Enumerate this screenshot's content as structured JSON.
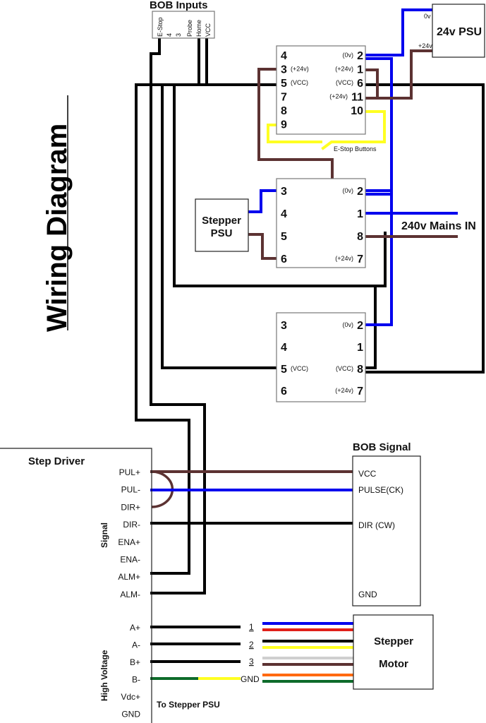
{
  "title": "Wiring Diagram",
  "bob_inputs": {
    "title": "BOB Inputs",
    "pins": [
      "E-Stop",
      "4",
      "3",
      "Probe",
      "Home",
      "VCC"
    ]
  },
  "psu_24v": {
    "title": "24v PSU",
    "terminals": [
      "0v",
      "+24v"
    ]
  },
  "relay_1": {
    "left_pins": [
      {
        "num": "4",
        "note": ""
      },
      {
        "num": "3",
        "note": "(+24v)"
      },
      {
        "num": "5",
        "note": "(VCC)"
      },
      {
        "num": "7",
        "note": ""
      },
      {
        "num": "8",
        "note": ""
      },
      {
        "num": "9",
        "note": ""
      }
    ],
    "right_pins": [
      {
        "num": "2",
        "note": "(0v)"
      },
      {
        "num": "1",
        "note": "(+24v)"
      },
      {
        "num": "6",
        "note": "(VCC)"
      },
      {
        "num": "11",
        "note": "(+24v)"
      },
      {
        "num": "10",
        "note": ""
      }
    ]
  },
  "estop_label": "E-Stop Buttons",
  "stepper_psu": {
    "line1": "Stepper",
    "line2": "PSU"
  },
  "relay_2": {
    "left_pins": [
      {
        "num": "3",
        "note": ""
      },
      {
        "num": "4",
        "note": ""
      },
      {
        "num": "5",
        "note": ""
      },
      {
        "num": "6",
        "note": ""
      }
    ],
    "right_pins": [
      {
        "num": "2",
        "note": "(0v)"
      },
      {
        "num": "1",
        "note": ""
      },
      {
        "num": "8",
        "note": ""
      },
      {
        "num": "7",
        "note": "(+24v)"
      }
    ]
  },
  "mains_label": "240v Mains IN",
  "relay_3": {
    "left_pins": [
      {
        "num": "3",
        "note": ""
      },
      {
        "num": "4",
        "note": ""
      },
      {
        "num": "5",
        "note": "(VCC)"
      },
      {
        "num": "6",
        "note": ""
      }
    ],
    "right_pins": [
      {
        "num": "2",
        "note": "(0v)"
      },
      {
        "num": "1",
        "note": ""
      },
      {
        "num": "8",
        "note": "(VCC)"
      },
      {
        "num": "7",
        "note": "(+24v)"
      }
    ]
  },
  "step_driver": {
    "title": "Step Driver",
    "signal_group": "Signal",
    "signal_pins": [
      "PUL+",
      "PUL-",
      "DIR+",
      "DIR-",
      "ENA+",
      "ENA-",
      "ALM+",
      "ALM-"
    ],
    "hv_group": "High Voltage",
    "hv_pins": [
      "A+",
      "A-",
      "B+",
      "B-",
      "Vdc+",
      "GND"
    ],
    "to_psu_label": "To Stepper PSU"
  },
  "bob_signal": {
    "title": "BOB Signal",
    "pins": [
      "VCC",
      "PULSE(CK)",
      "DIR (CW)",
      "GND"
    ]
  },
  "stepper_motor": {
    "line1": "Stepper",
    "line2": "Motor",
    "pairs": [
      "1",
      "2",
      "3",
      "GND"
    ]
  },
  "wire_colors": {
    "black": "#000000",
    "blue": "#0000ee",
    "brown": "#5c3232",
    "yellow": "#ffff22",
    "green": "#0d6b2a",
    "red": "#e0201a",
    "grey": "#cfcfcf",
    "orange": "#ff6a10"
  }
}
